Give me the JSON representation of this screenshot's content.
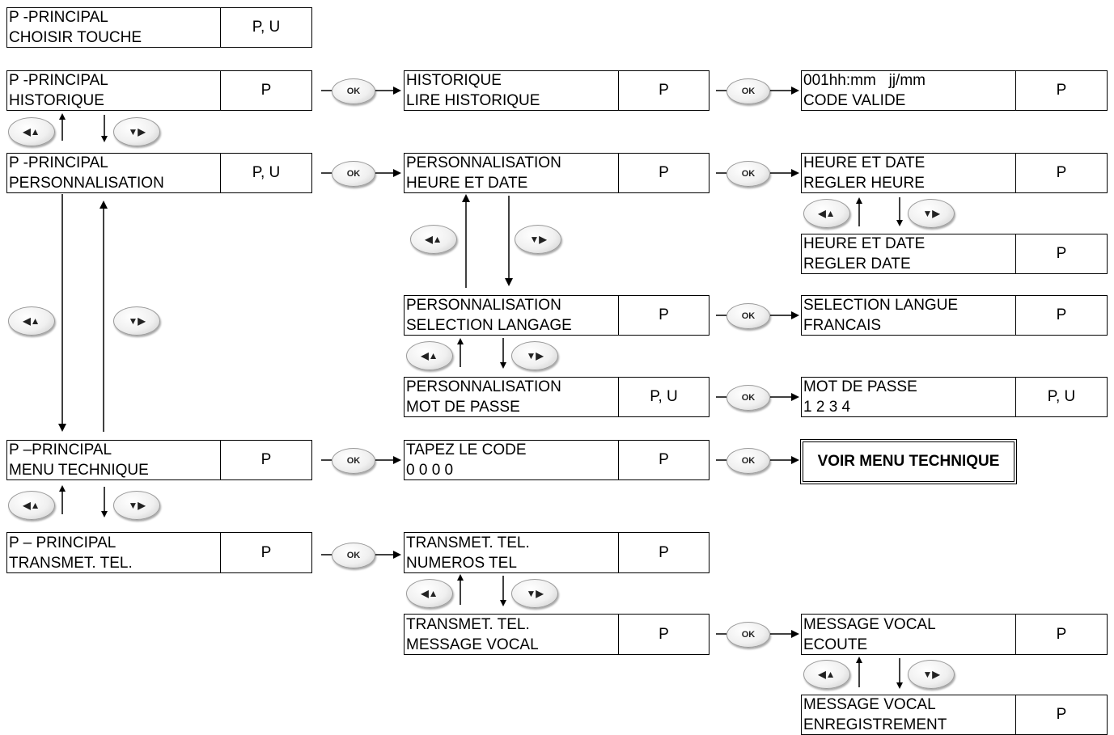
{
  "boxes": {
    "b1": {
      "line1": "P -PRINCIPAL",
      "line2": "CHOISIR TOUCHE",
      "access": "P, U"
    },
    "b2": {
      "line1": "P -PRINCIPAL",
      "line2": "HISTORIQUE",
      "access": "P"
    },
    "b3": {
      "line1": "HISTORIQUE",
      "line2": "LIRE HISTORIQUE",
      "access": "P"
    },
    "b4": {
      "line1": "001hh:mm   jj/mm",
      "line2": "CODE VALIDE",
      "access": "P"
    },
    "b5": {
      "line1": "P -PRINCIPAL",
      "line2": "PERSONNALISATION",
      "access": "P, U"
    },
    "b6": {
      "line1": "PERSONNALISATION",
      "line2": "HEURE ET DATE",
      "access": "P"
    },
    "b7": {
      "line1": "HEURE ET DATE",
      "line2": "REGLER HEURE",
      "access": "P"
    },
    "b8": {
      "line1": "HEURE ET DATE",
      "line2": "REGLER DATE",
      "access": "P"
    },
    "b9": {
      "line1": "PERSONNALISATION",
      "line2": "SELECTION LANGAGE",
      "access": "P"
    },
    "b10": {
      "line1": "SELECTION LANGUE",
      "line2": "FRANCAIS",
      "access": "P"
    },
    "b11": {
      "line1": "PERSONNALISATION",
      "line2": "MOT DE PASSE",
      "access": "P, U"
    },
    "b12": {
      "line1": "MOT DE PASSE",
      "line2": "1 2 3 4",
      "access": "P, U"
    },
    "b13": {
      "line1": "P –PRINCIPAL",
      "line2": "MENU TECHNIQUE",
      "access": "P"
    },
    "b14": {
      "line1": "TAPEZ LE CODE",
      "line2": "0 0 0 0",
      "access": "P"
    },
    "b16": {
      "line1": "P – PRINCIPAL",
      "line2": "TRANSMET. TEL.",
      "access": "P"
    },
    "b17": {
      "line1": "TRANSMET. TEL.",
      "line2": "NUMEROS TEL",
      "access": "P"
    },
    "b18": {
      "line1": "TRANSMET. TEL.",
      "line2": "MESSAGE VOCAL",
      "access": "P"
    },
    "b19": {
      "line1": "MESSAGE VOCAL",
      "line2": "ECOUTE",
      "access": "P"
    },
    "b20": {
      "line1": "MESSAGE VOCAL",
      "line2": "ENREGISTREMENT",
      "access": "P"
    }
  },
  "special": {
    "label": "VOIR MENU TECHNIQUE"
  },
  "buttons": {
    "ok": "OK",
    "up": "◀▲",
    "down": "▼▶"
  }
}
